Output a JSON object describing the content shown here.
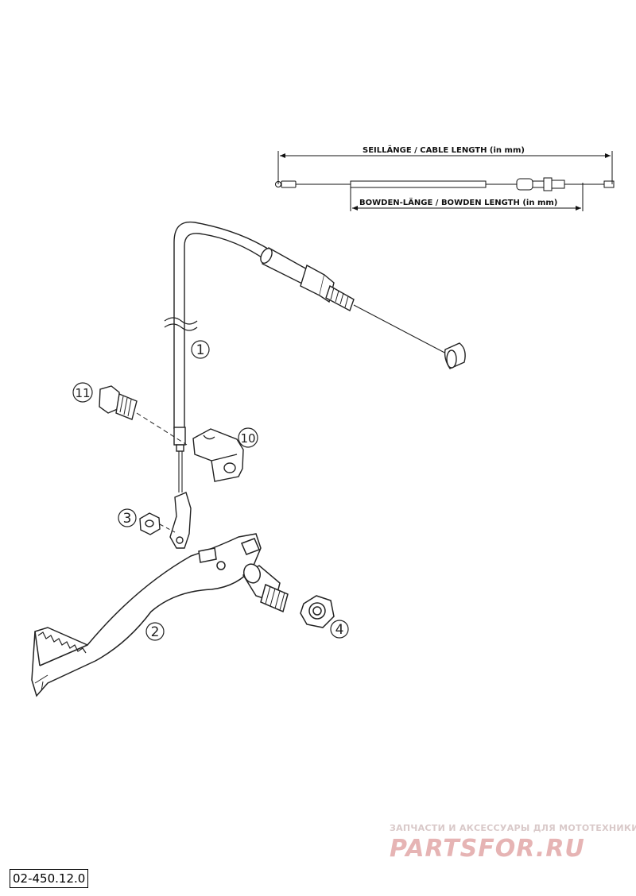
{
  "dimensions": {
    "cable_length_label": "SEILLÄNGE / CABLE LENGTH   (in mm)",
    "bowden_length_label": "BOWDEN-LÄNGE / BOWDEN LENGTH   (in mm)"
  },
  "callouts": [
    {
      "id": "cable",
      "label": "1"
    },
    {
      "id": "brake-pedal",
      "label": "2"
    },
    {
      "id": "small-nut",
      "label": "3"
    },
    {
      "id": "pedal-nut",
      "label": "4"
    },
    {
      "id": "cable-bracket",
      "label": "10"
    },
    {
      "id": "bracket-bolt",
      "label": "11"
    }
  ],
  "watermark": {
    "tagline": "ЗАПЧАСТИ И АКСЕССУАРЫ ДЛЯ МОТОТЕХНИКИ",
    "brand": "PARTSFOR.RU"
  },
  "diagram_code": "02-450.12.0",
  "colors": {
    "line": "#222222",
    "watermark": "#e6b4b4"
  }
}
